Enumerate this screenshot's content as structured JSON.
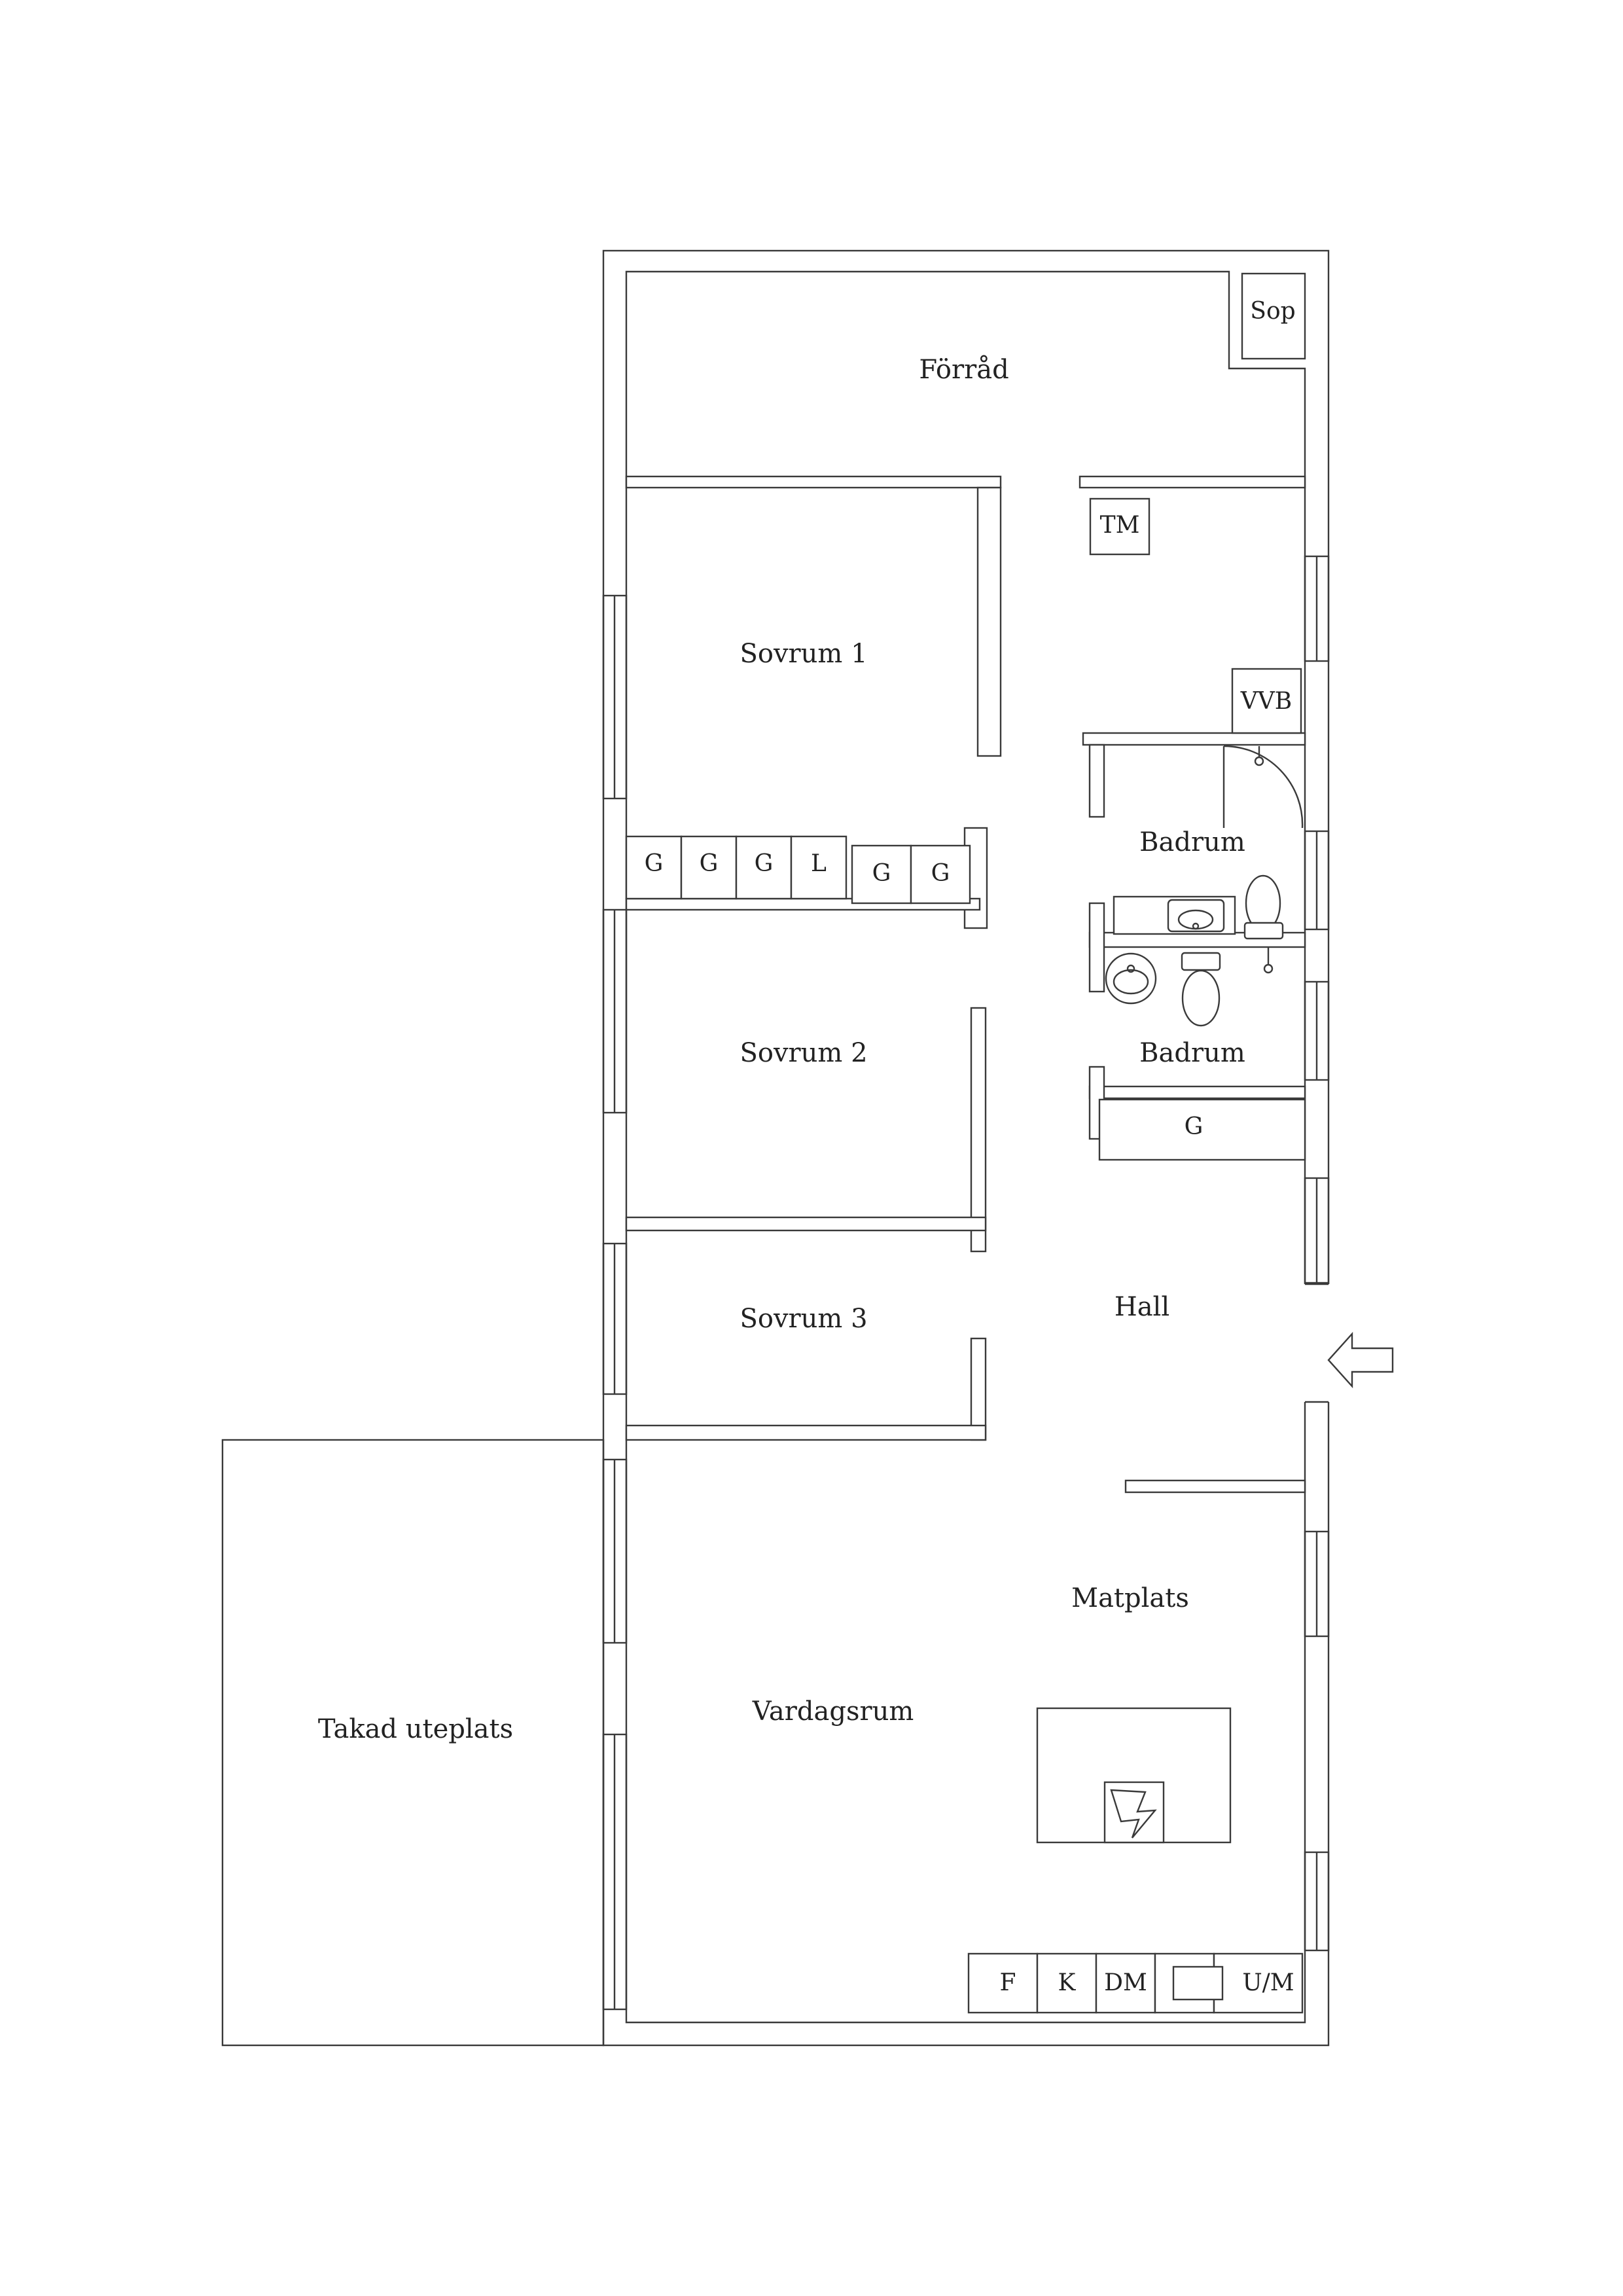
{
  "rooms": {
    "forrad": "Förråd",
    "sop": "Sop",
    "tm": "TM",
    "vvb": "VVB",
    "sovrum1": "Sovrum 1",
    "sovrum2": "Sovrum 2",
    "sovrum3": "Sovrum 3",
    "badrum1": "Badrum",
    "badrum2": "Badrum",
    "hall": "Hall",
    "matplats": "Matplats",
    "vardagsrum": "Vardagsrum",
    "uteplats": "Takad uteplats"
  },
  "closets": {
    "c1": "G",
    "c2": "G",
    "c3": "G",
    "c4": "L",
    "c5": "G",
    "c6": "G",
    "hall_closet": "G"
  },
  "kitchen": {
    "fridge": "F",
    "freezer": "K",
    "dishwasher": "DM",
    "oven": "U/M"
  }
}
